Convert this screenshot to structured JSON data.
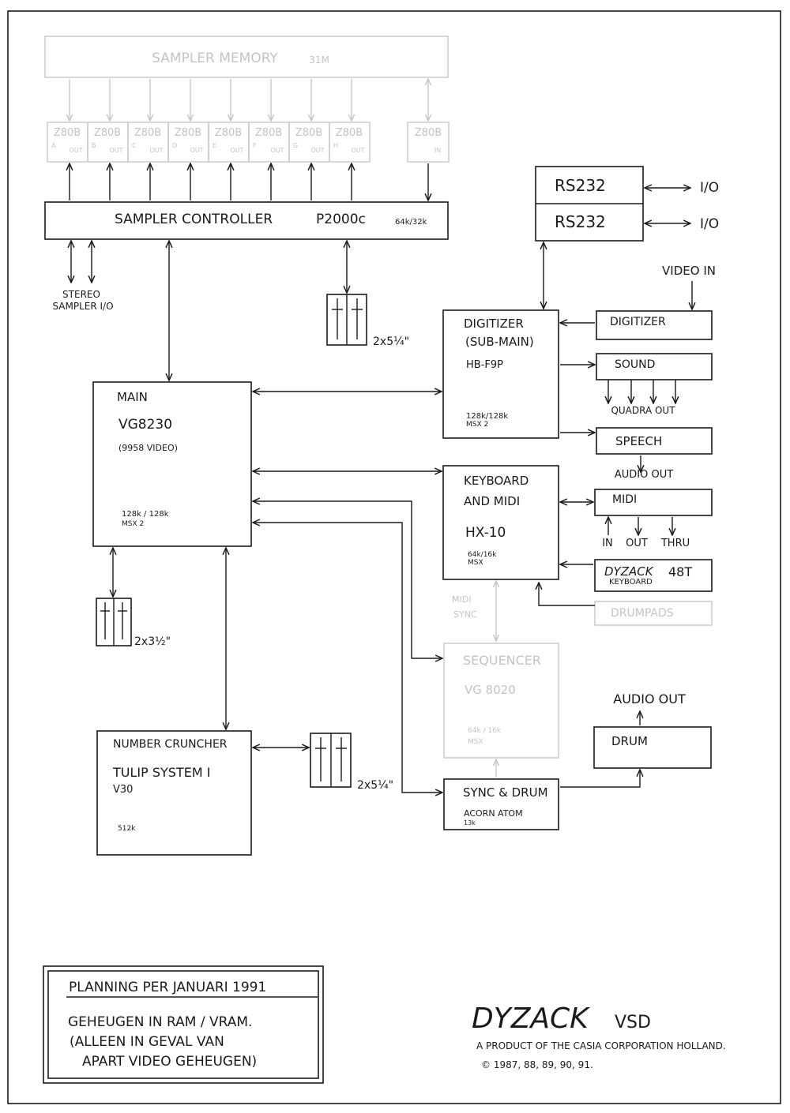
{
  "colors": {
    "ink": "#1a1a1a",
    "faint": "#c4c4c4",
    "paper": "#ffffff"
  },
  "sampler_memory": {
    "label": "SAMPLER MEMORY",
    "size": "31M"
  },
  "z80_channels": [
    {
      "chip": "Z80B",
      "letter": "A",
      "dir": "OUT"
    },
    {
      "chip": "Z80B",
      "letter": "B",
      "dir": "OUT"
    },
    {
      "chip": "Z80B",
      "letter": "C",
      "dir": "OUT"
    },
    {
      "chip": "Z80B",
      "letter": "D",
      "dir": "OUT"
    },
    {
      "chip": "Z80B",
      "letter": "E",
      "dir": "OUT"
    },
    {
      "chip": "Z80B",
      "letter": "F",
      "dir": "OUT"
    },
    {
      "chip": "Z80B",
      "letter": "G",
      "dir": "OUT"
    },
    {
      "chip": "Z80B",
      "letter": "H",
      "dir": "OUT"
    }
  ],
  "z80_in": {
    "chip": "Z80B",
    "dir": "IN"
  },
  "sampler_controller": {
    "label": "SAMPLER CONTROLLER",
    "model": "P2000c",
    "mem": "64k/32k"
  },
  "stereo_io": {
    "line1": "STEREO",
    "line2": "SAMPLER I/O"
  },
  "rs232": [
    {
      "label": "RS232",
      "io": "I/O"
    },
    {
      "label": "RS232",
      "io": "I/O"
    }
  ],
  "video_in": "VIDEO IN",
  "digitizer_main": {
    "line1": "DIGITIZER",
    "line2": "(SUB-MAIN)",
    "model": "HB-F9P",
    "mem": "128k/128k",
    "msx": "MSX 2"
  },
  "digitizer_unit": "DIGITIZER",
  "sound": "SOUND",
  "quadra_out": "QUADRA OUT",
  "speech": "SPEECH",
  "audio_out_1": "AUDIO OUT",
  "main": {
    "line1": "MAIN",
    "model": "VG8230",
    "video": "(9958 VIDEO)",
    "mem": "128k / 128k",
    "msx": "MSX 2"
  },
  "keyboard": {
    "line1": "KEYBOARD",
    "line2": "AND MIDI",
    "model": "HX-10",
    "mem": "64k/16k",
    "msx": "MSX"
  },
  "midi": {
    "label": "MIDI",
    "ports": [
      "IN",
      "OUT",
      "THRU"
    ]
  },
  "dyzack_48t": {
    "logo": "DYZACK",
    "model": "48T",
    "sub": "KEYBOARD"
  },
  "drumpads": "DRUMPADS",
  "midi_sync": {
    "line1": "MIDI",
    "line2": "SYNC"
  },
  "sequencer": {
    "label": "SEQUENCER",
    "model": "VG 8020",
    "mem": "64k / 16k",
    "msx": "MSX"
  },
  "disk_drives": {
    "sampler": "2x5¼\"",
    "main": "2x3½\"",
    "cruncher": "2x5¼\""
  },
  "audio_out_2": "AUDIO OUT",
  "drum": "DRUM",
  "number_cruncher": {
    "line1": "NUMBER CRUNCHER",
    "model": "TULIP SYSTEM I",
    "cpu": "V30",
    "mem": "512k"
  },
  "sync_drum": {
    "line1": "SYNC & DRUM",
    "model": "ACORN ATOM",
    "mem": "13k"
  },
  "planning": {
    "title": "PLANNING PER JANUARI 1991",
    "lines": [
      "GEHEUGEN IN RAM / VRAM.",
      "(ALLEEN IN GEVAL VAN",
      "APART VIDEO GEHEUGEN)"
    ]
  },
  "brand": {
    "logo": "DYZACK",
    "suffix": "VSD",
    "tagline": "A PRODUCT OF THE CASIA CORPORATION HOLLAND.",
    "copyright": "© 1987, 88, 89, 90, 91."
  }
}
